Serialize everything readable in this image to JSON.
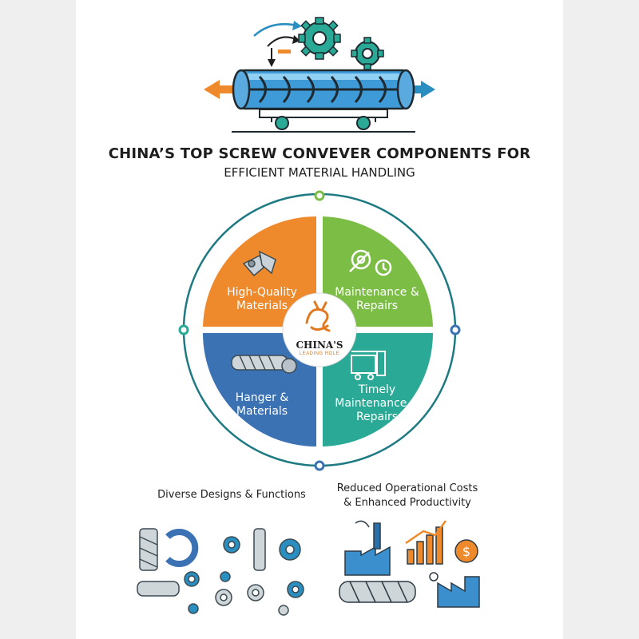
{
  "header": {
    "title_line1": "CHINA’S TOP SCREW CONVEVER COMPONENTS FOR",
    "title_line2": "EFFICIENT MATERIAL HANDLING"
  },
  "quadrants": [
    {
      "label": "High-Quality Materials",
      "color": "#ee8a2c",
      "icon": "bracket-parts-icon"
    },
    {
      "label": "Maintenance & Repairs",
      "color": "#7cbd45",
      "icon": "wrench-gear-clock-icon"
    },
    {
      "label": "Hanger & Materials",
      "color": "#3a72b4",
      "icon": "screw-shaft-icon"
    },
    {
      "label": "Timely Maintenance & Repairs",
      "color": "#2aaa96",
      "icon": "conveyor-machine-icon"
    }
  ],
  "hub": {
    "title": "CHINA'S",
    "subtitle": "LEADING ROLE",
    "icon": "dragon-icon"
  },
  "bottom": {
    "left_caption": "Diverse Designs & Functions",
    "right_caption_line1": "Reduced Operational Costs",
    "right_caption_line2": "& Enhanced Productivity"
  },
  "colors": {
    "ring": "#1e7a82",
    "orange": "#ee8a2c",
    "green": "#7cbd45",
    "blue": "#3a72b4",
    "teal": "#2aaa96",
    "dark": "#2c3a44"
  }
}
